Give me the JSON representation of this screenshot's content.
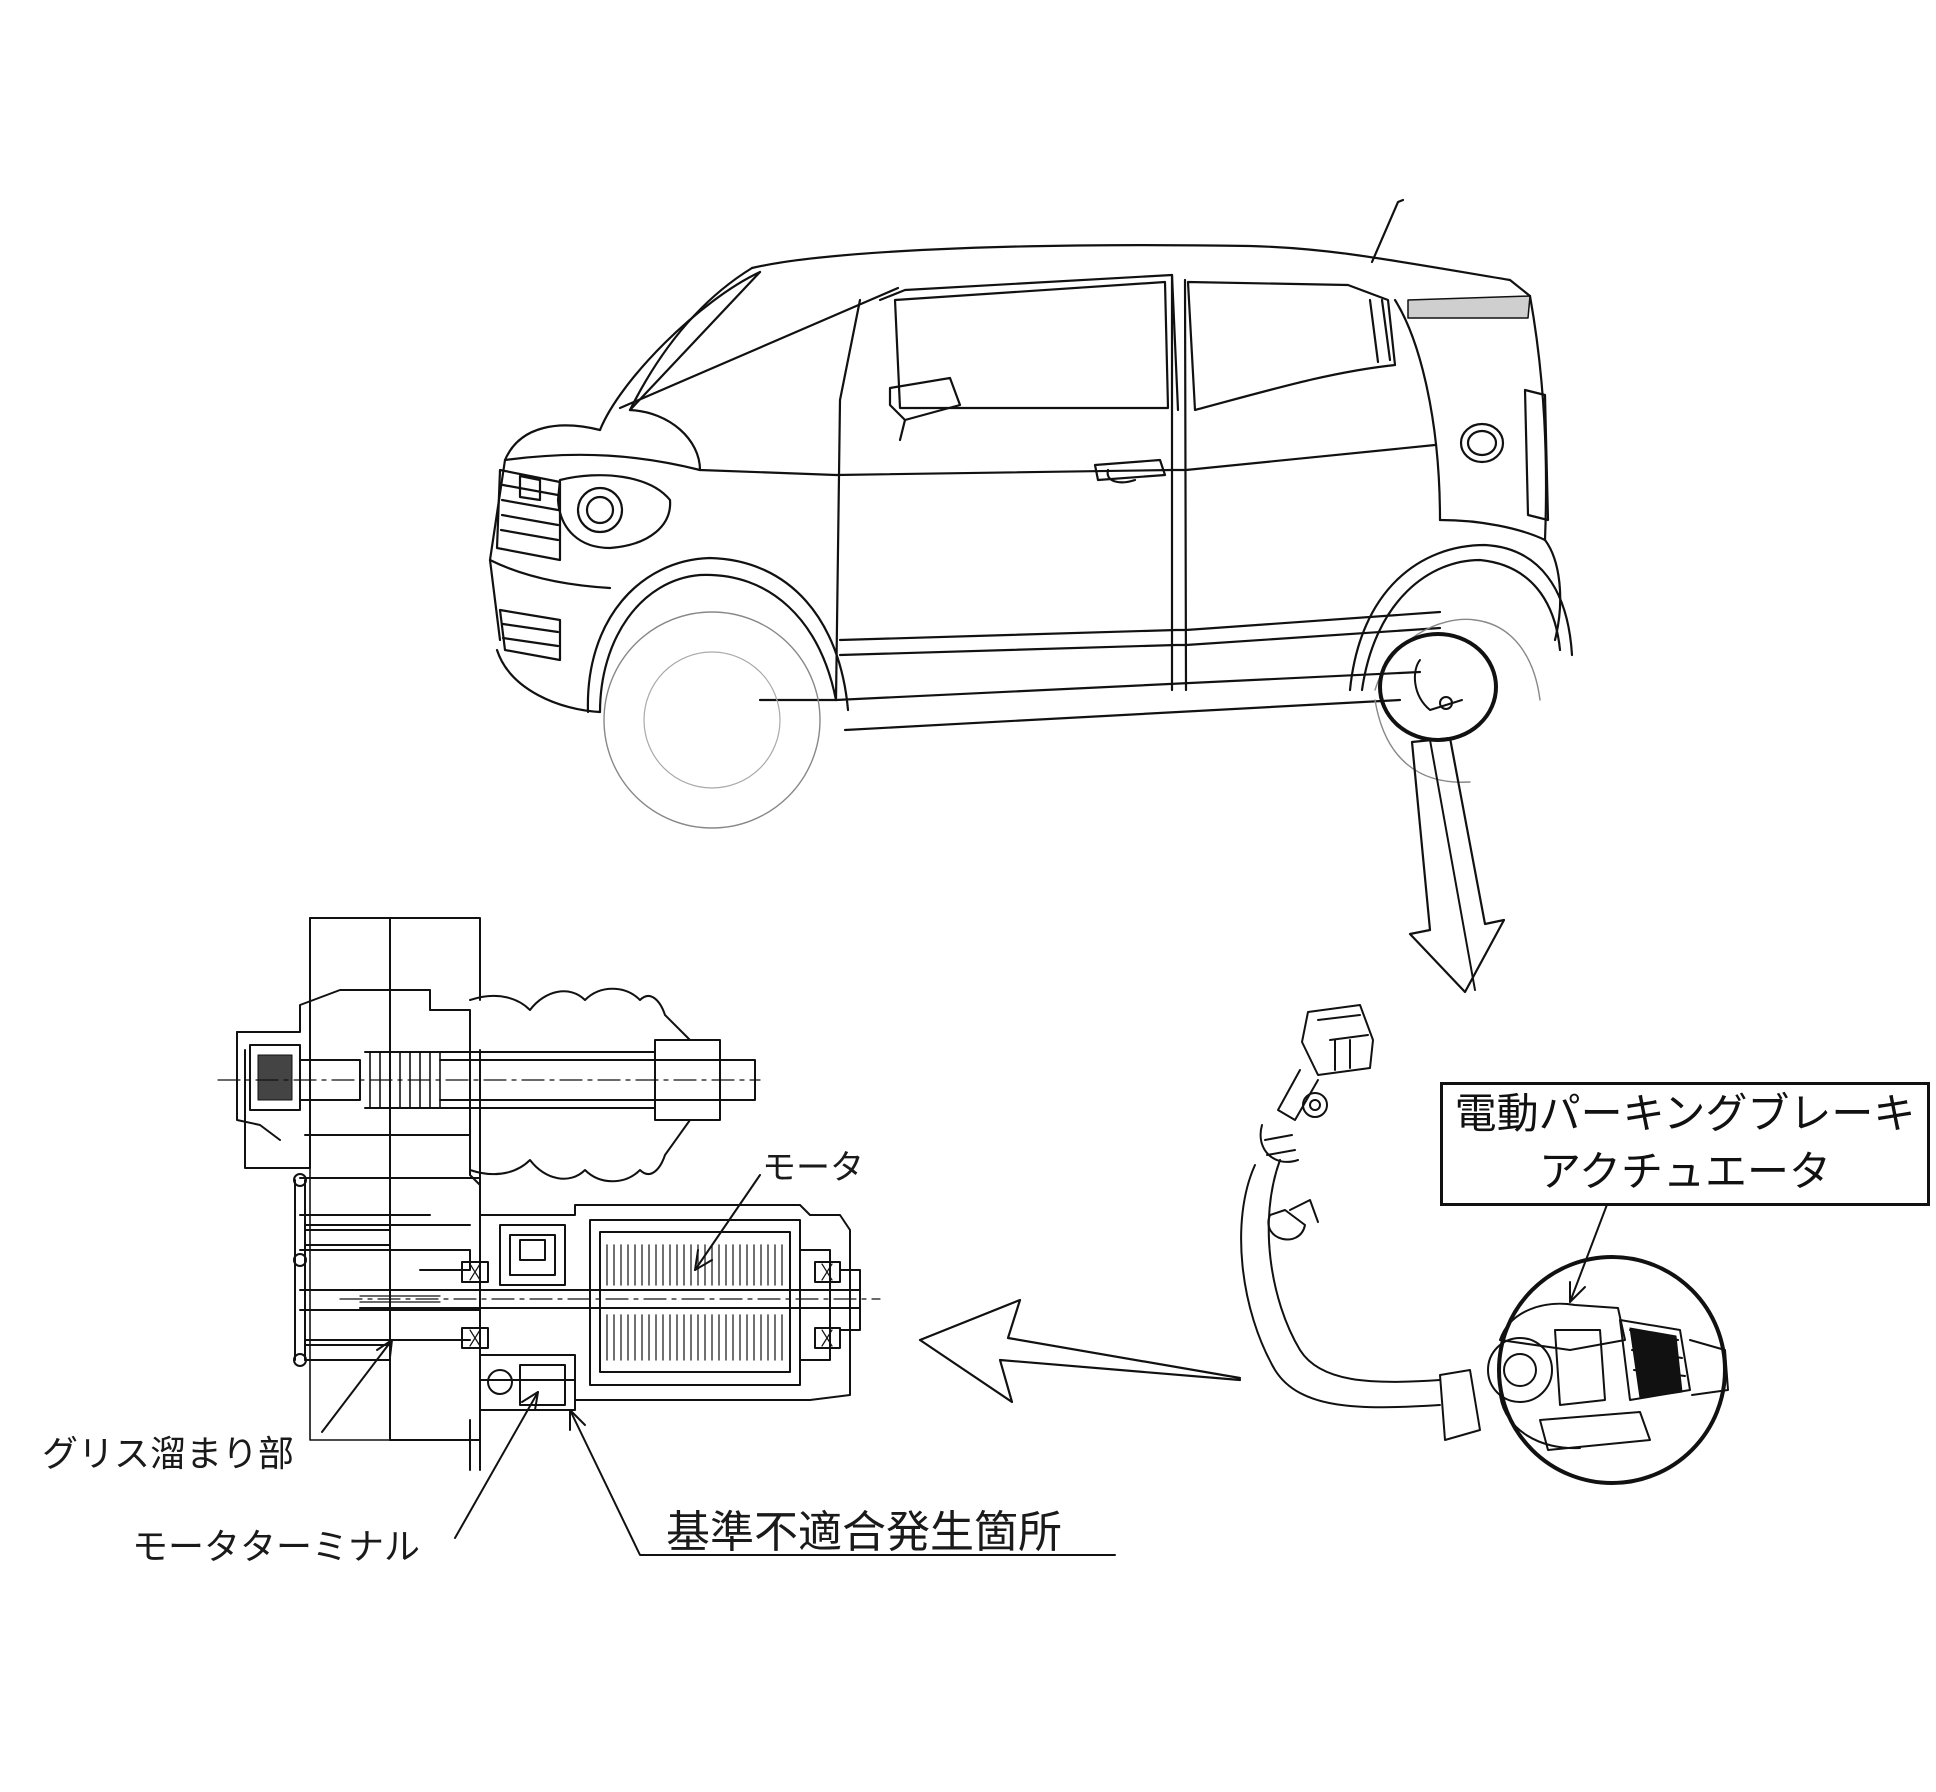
{
  "labels": {
    "epb_actuator_line1": "電動パーキングブレーキ",
    "epb_actuator_line2": "アクチュエータ",
    "motor": "モータ",
    "grease_pocket": "グリス溜まり部",
    "motor_terminal": "モータターミナル",
    "nonconformity_location": "基準不適合発生箇所"
  },
  "colors": {
    "line": "#111111",
    "background": "#ffffff",
    "hatch": "#333333"
  }
}
